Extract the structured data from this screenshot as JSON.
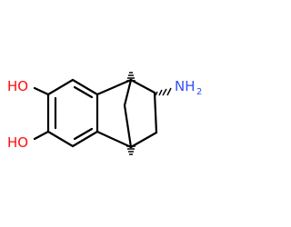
{
  "molecule": {
    "labels": {
      "oh_top": "HO",
      "oh_bottom": "HO",
      "amine": "NH",
      "amine_subscript": "2"
    },
    "colors": {
      "bond": "#000000",
      "oxygen": "#ff0d0d",
      "nitrogen": "#3050f8"
    }
  }
}
